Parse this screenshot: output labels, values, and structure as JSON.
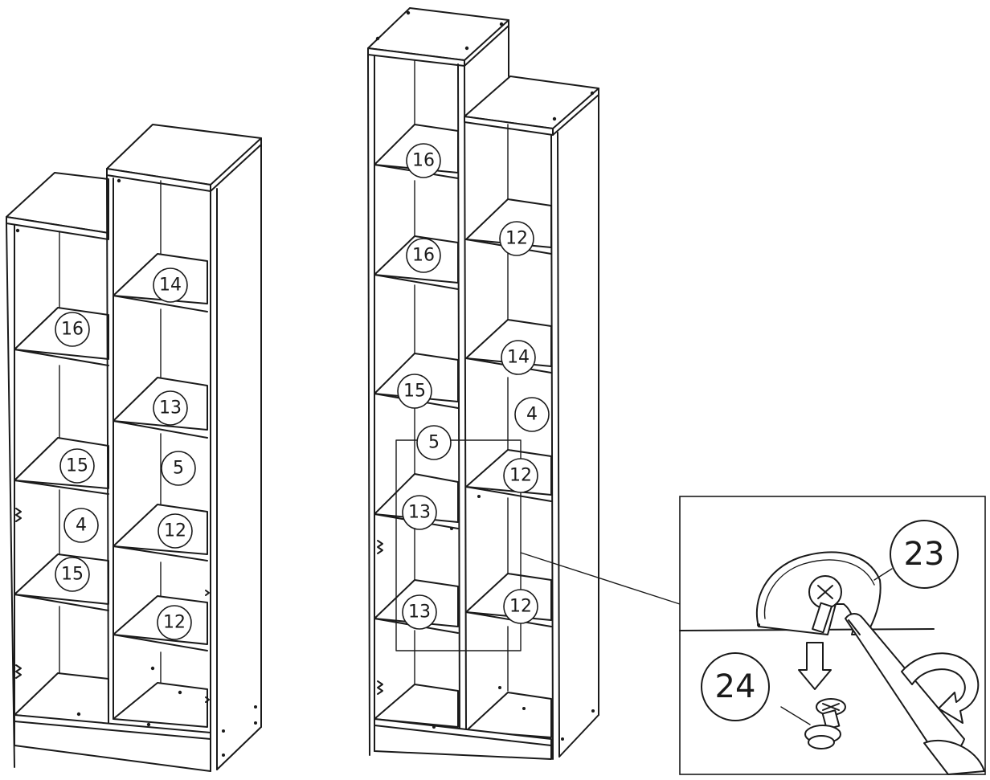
{
  "left_unit": {
    "callouts": [
      "14",
      "16",
      "13",
      "15",
      "5",
      "4",
      "12",
      "15",
      "12"
    ]
  },
  "right_unit": {
    "callouts": [
      "16",
      "16",
      "12",
      "14",
      "15",
      "4",
      "5",
      "12",
      "13",
      "12",
      "13"
    ]
  },
  "detail": {
    "callouts": [
      "23",
      "24"
    ]
  }
}
